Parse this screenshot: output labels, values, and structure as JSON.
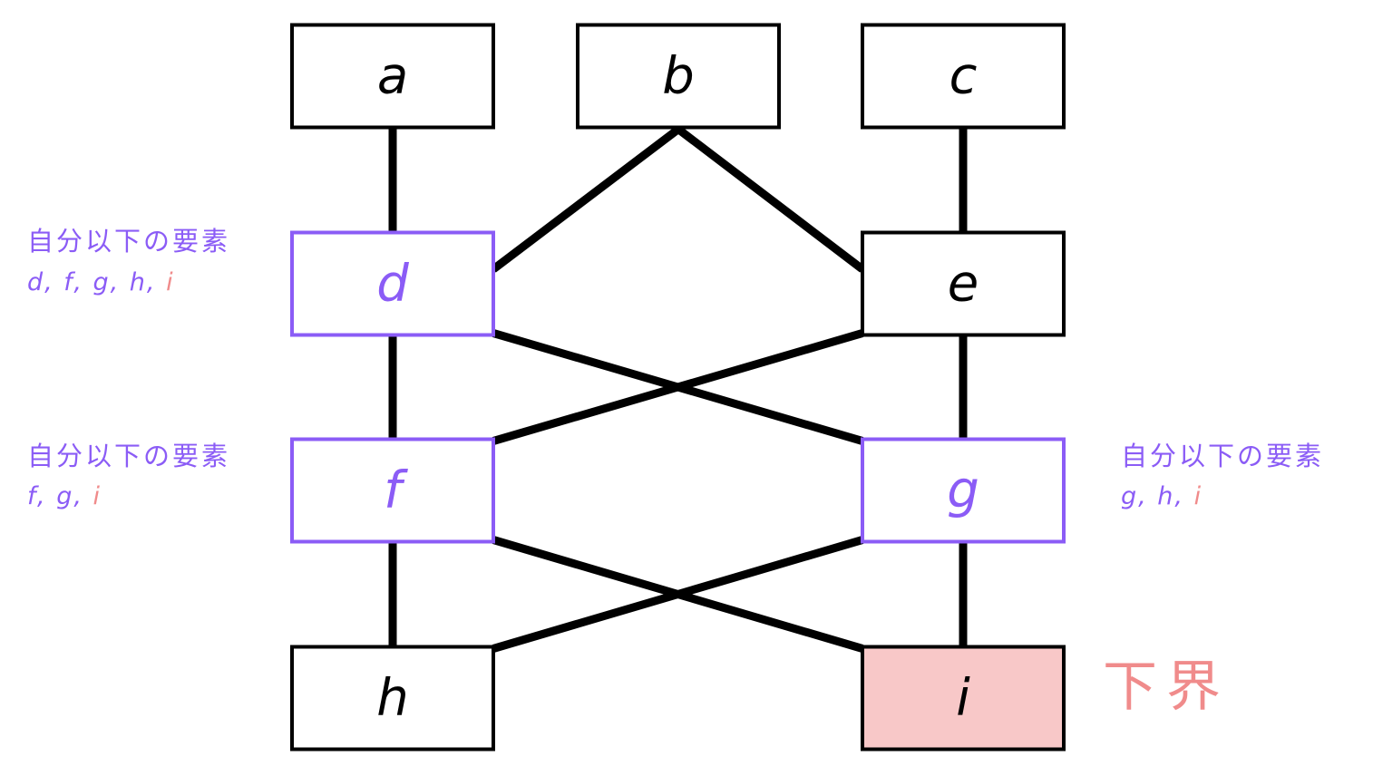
{
  "colors": {
    "edge": "#000000",
    "node_border": "#000000",
    "highlight": "#8b5cf6",
    "lower_bound_fill": "#f8c8c8",
    "lower_bound_text": "#f08b8b"
  },
  "nodes": [
    {
      "id": "a",
      "label": "a",
      "style": "normal"
    },
    {
      "id": "b",
      "label": "b",
      "style": "normal"
    },
    {
      "id": "c",
      "label": "c",
      "style": "normal"
    },
    {
      "id": "d",
      "label": "d",
      "style": "highlight"
    },
    {
      "id": "e",
      "label": "e",
      "style": "normal"
    },
    {
      "id": "f",
      "label": "f",
      "style": "highlight"
    },
    {
      "id": "g",
      "label": "g",
      "style": "highlight"
    },
    {
      "id": "h",
      "label": "h",
      "style": "normal"
    },
    {
      "id": "i",
      "label": "i",
      "style": "lower-bound"
    }
  ],
  "edges": [
    {
      "from": "a",
      "to": "d"
    },
    {
      "from": "b",
      "to": "d"
    },
    {
      "from": "b",
      "to": "e"
    },
    {
      "from": "c",
      "to": "e"
    },
    {
      "from": "d",
      "to": "f"
    },
    {
      "from": "d",
      "to": "g"
    },
    {
      "from": "e",
      "to": "f"
    },
    {
      "from": "e",
      "to": "g"
    },
    {
      "from": "f",
      "to": "h"
    },
    {
      "from": "f",
      "to": "i"
    },
    {
      "from": "g",
      "to": "h"
    },
    {
      "from": "g",
      "to": "i"
    }
  ],
  "annotations": {
    "d": {
      "title": "自分以下の要素",
      "items": [
        "d",
        "f",
        "g",
        "h"
      ],
      "bound_item": "i"
    },
    "f": {
      "title": "自分以下の要素",
      "items": [
        "f",
        "g"
      ],
      "bound_item": "i"
    },
    "g": {
      "title": "自分以下の要素",
      "items": [
        "g",
        "h"
      ],
      "bound_item": "i"
    }
  },
  "lower_bound_label": "下界"
}
